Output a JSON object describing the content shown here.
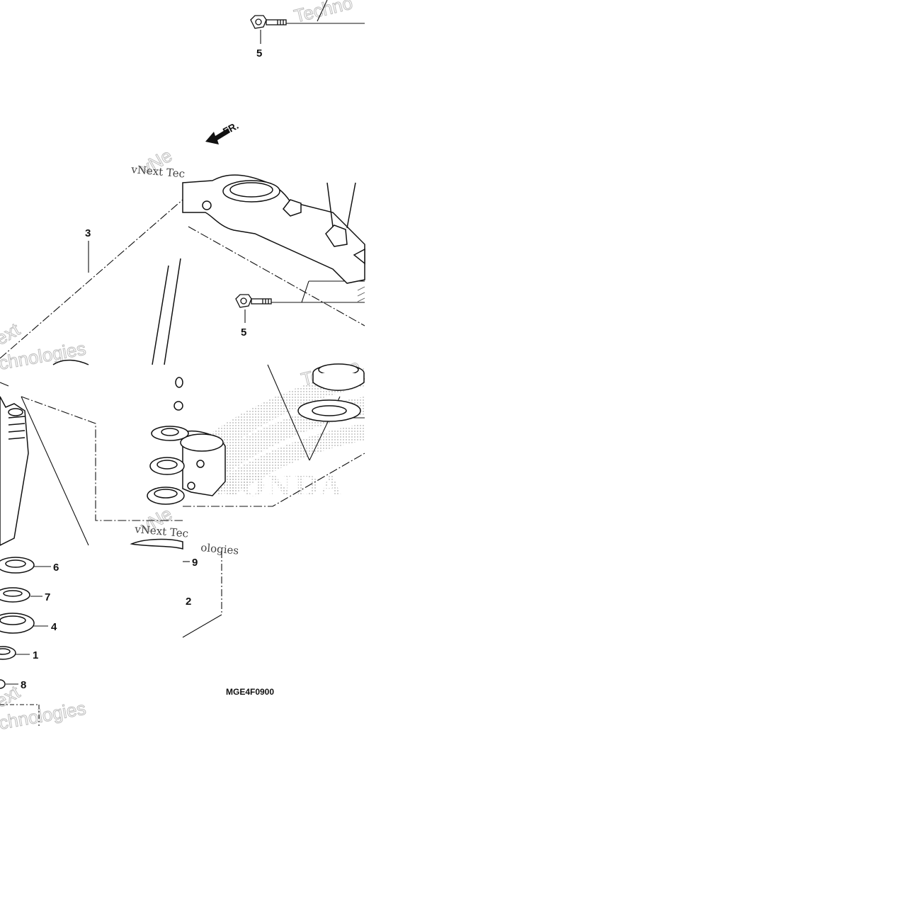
{
  "callouts": {
    "c1": "1",
    "c2": "2",
    "c3": "3",
    "c4": "4",
    "c5a": "5",
    "c5b": "5",
    "c6": "6",
    "c7": "7",
    "c8": "8",
    "c9": "9"
  },
  "direction_marker": "FR.",
  "diagram_code": "MGE4F0900",
  "brand_watermark": "HONDA",
  "watermarks": {
    "w1": "vNext Tec",
    "w2": "vNext Tec",
    "w3": "Techno",
    "w4": "Techno",
    "w5": "ologies",
    "w6": "chnologies",
    "w7": "chnologies",
    "w8": "vNe",
    "w9": "vNe",
    "w10": "ext",
    "w11": "ext"
  },
  "colors": {
    "line": "#111111",
    "watermark_outline": "#bdbdbd",
    "background": "#ffffff"
  }
}
